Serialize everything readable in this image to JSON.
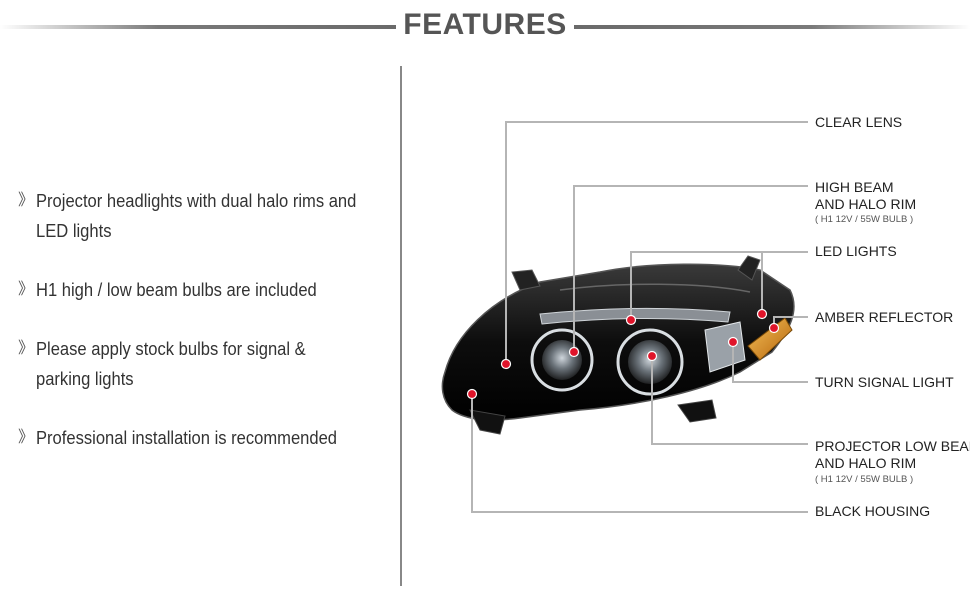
{
  "header": {
    "title": "FEATURES"
  },
  "features": [
    {
      "marker": "》",
      "text": "Projector headlights with dual halo rims and LED lights"
    },
    {
      "marker": "》",
      "text": "H1 high / low beam bulbs are included"
    },
    {
      "marker": "》",
      "text": "Please apply stock bulbs for signal & parking lights"
    },
    {
      "marker": "》",
      "text": "Professional installation is recommended"
    }
  ],
  "callouts": {
    "clear_lens": "CLEAR LENS",
    "high_beam_1": "HIGH BEAM",
    "high_beam_2": "AND HALO RIM",
    "high_beam_sub": "( H1  12V / 55W  BULB )",
    "led_lights": "LED LIGHTS",
    "amber_reflector": "AMBER REFLECTOR",
    "turn_signal": "TURN SIGNAL LIGHT",
    "low_beam_1": "PROJECTOR LOW BEAM",
    "low_beam_2": "AND HALO RIM",
    "low_beam_sub": "( H1  12V / 55W  BULB )",
    "black_housing": "BLACK HOUSING"
  },
  "colors": {
    "marker_red": "#e0142a",
    "title_gray": "#555555"
  }
}
